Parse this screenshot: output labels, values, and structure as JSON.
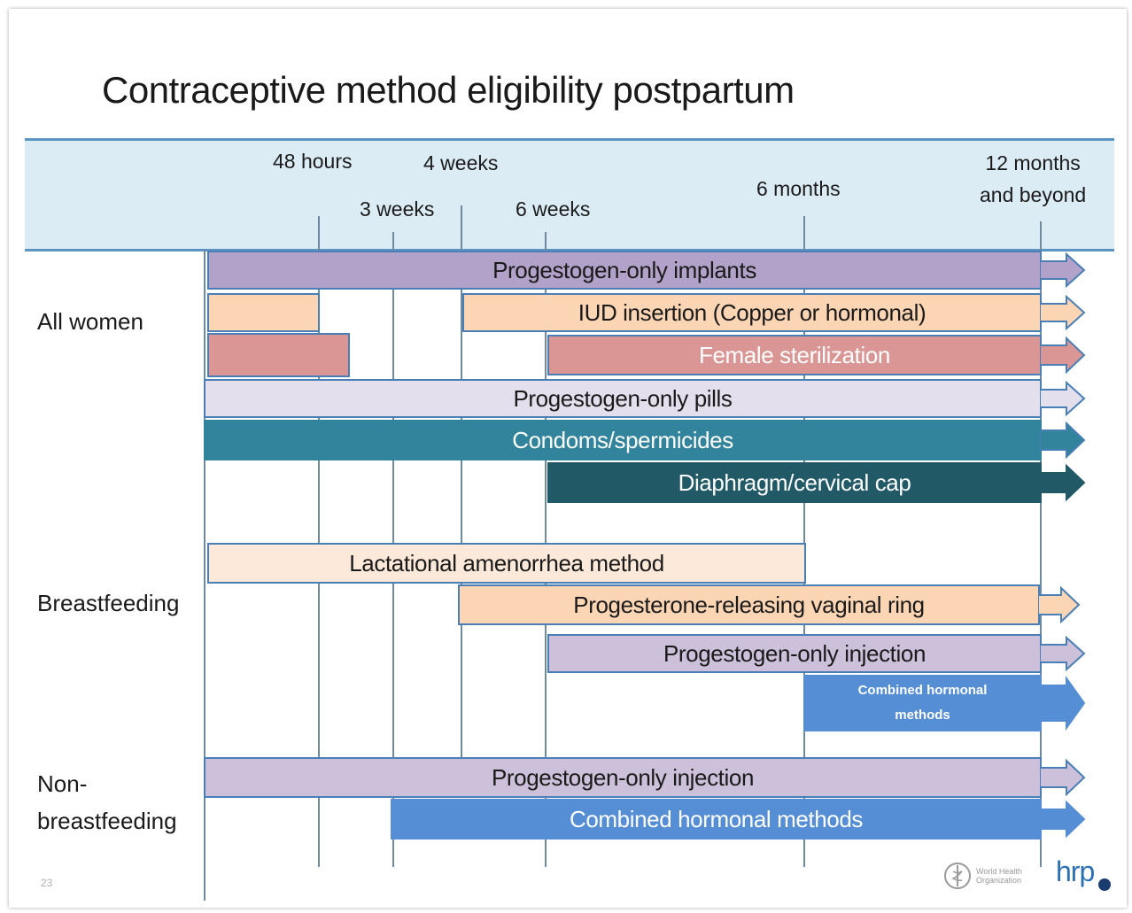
{
  "title": "Contraceptive method eligibility postpartum",
  "timeline": {
    "ticks": [
      {
        "label": "48 hours"
      },
      {
        "label": "3 weeks"
      },
      {
        "label": "4 weeks"
      },
      {
        "label": "6 weeks"
      },
      {
        "label": "6 months"
      },
      {
        "label_line1": "12 months",
        "label_line2": "and beyond"
      }
    ]
  },
  "groups": {
    "all_women": "All women",
    "breastfeeding": "Breastfeeding",
    "non_breastfeeding_line1": "Non-",
    "non_breastfeeding_line2": "breastfeeding"
  },
  "bars": {
    "implants": "Progestogen-only implants",
    "iud": "IUD insertion (Copper or hormonal)",
    "sterilization": "Female sterilization",
    "pills": "Progestogen-only pills",
    "condoms": "Condoms/spermicides",
    "diaphragm": "Diaphragm/cervical cap",
    "lam": "Lactational amenorrhea method",
    "vaginal_ring": "Progesterone-releasing vaginal ring",
    "bf_injection": "Progestogen-only injection",
    "bf_combined_line1": "Combined hormonal",
    "bf_combined_line2": "methods",
    "nbf_injection": "Progestogen-only injection",
    "nbf_combined": "Combined hormonal methods"
  },
  "colors": {
    "implants": "#b2a2c9",
    "iud": "#fcd5b4",
    "sterilization": "#da9694",
    "pills": "#e4dfec",
    "condoms": "#31849b",
    "diaphragm": "#215967",
    "lam": "#fde9d9",
    "injection": "#ccc0da",
    "combined": "#558ed5"
  },
  "footer": {
    "slide_number": "23",
    "who_line1": "World Health",
    "who_line2": "Organization",
    "hrp": "hrp"
  }
}
